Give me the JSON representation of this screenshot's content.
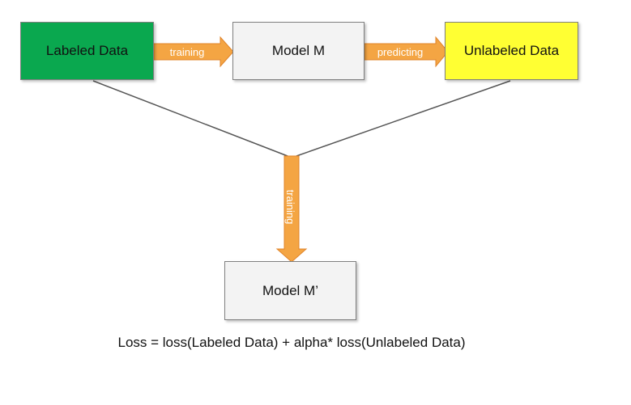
{
  "nodes": {
    "labeled": {
      "label": "Labeled Data",
      "fill": "#0aa84f"
    },
    "model": {
      "label": "Model M",
      "fill": "#f3f3f3"
    },
    "unlabeled": {
      "label": "Unlabeled Data",
      "fill": "#ffff33"
    },
    "model_prime": {
      "label": "Model M’",
      "fill": "#f3f3f3"
    }
  },
  "edges": {
    "training_top": {
      "label": "training"
    },
    "predicting": {
      "label": "predicting"
    },
    "training_down": {
      "label": "training"
    }
  },
  "colors": {
    "arrow": "#f4a543",
    "arrow_border": "#e0842a",
    "line": "#555555"
  },
  "formula": "Loss = loss(Labeled Data) + alpha* loss(Unlabeled Data)"
}
